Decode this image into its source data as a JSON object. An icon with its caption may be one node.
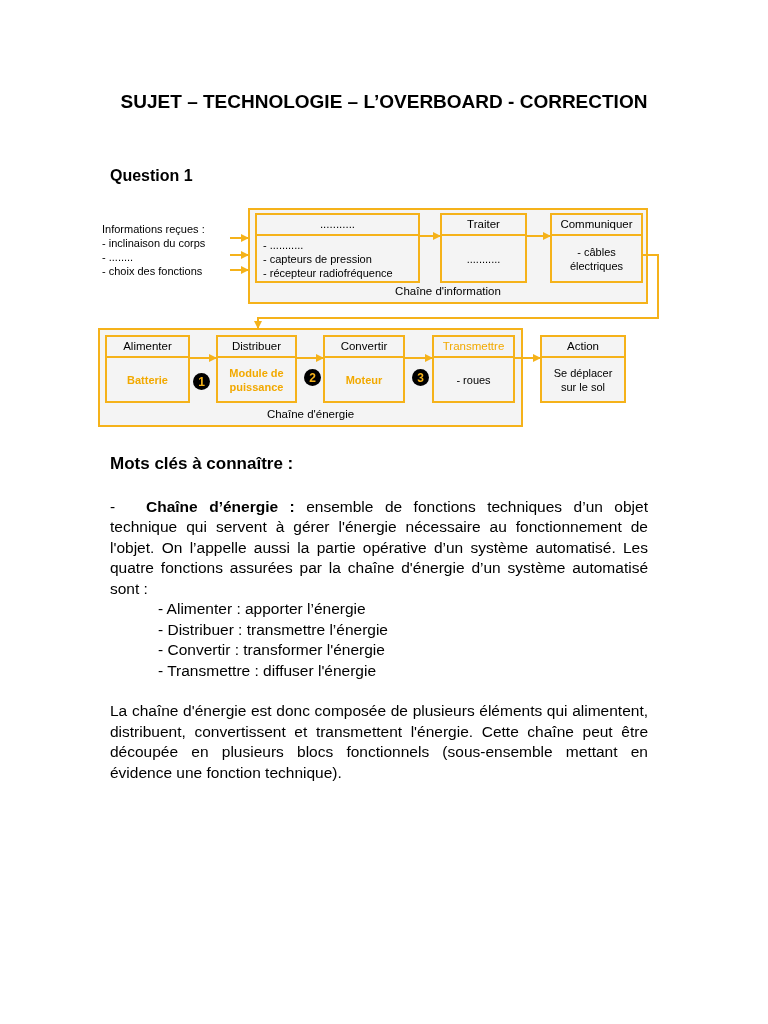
{
  "diagram": {
    "title": "SUJET – TECHNOLOGIE – L’OVERBOARD - CORRECTION",
    "nodes": [
      {
        "text": [
          "Informations reçues :",
          "- inclinaison du corps",
          "- ........",
          "- choix des fonctions"
        ]
      },
      {
        "text": [
          "Chaîne d'information"
        ]
      },
      {
        "text": [
          "...........",
          "- ...........",
          "- capteurs de pression",
          "- récepteur radiofréquence"
        ],
        "in": 1
      },
      {
        "text": [
          "Traiter",
          "..........."
        ],
        "in": 1
      },
      {
        "text": [
          "Communiquer",
          "- câbles électriques"
        ],
        "in": 1
      },
      {
        "text": [
          "Chaîne d'énergie"
        ]
      },
      {
        "text": [
          "Alimenter",
          "Batterie"
        ],
        "in": 5
      },
      {
        "text": [
          "Distribuer",
          "Module de puissance"
        ],
        "in": 5
      },
      {
        "text": [
          "Convertir",
          "Moteur"
        ],
        "in": 5
      },
      {
        "text": [
          "Transmettre",
          "- roues"
        ],
        "in": 5
      },
      {
        "text": [
          "Action",
          "Se déplacer sur le sol"
        ]
      }
    ],
    "edges": [
      {
        "from": 0,
        "to": 1,
        "arrow": "to"
      },
      {
        "from": 0,
        "to": 1,
        "arrow": "to"
      },
      {
        "from": 0,
        "to": 1,
        "arrow": "to"
      },
      {
        "from": 2,
        "to": 3,
        "arrow": "to"
      },
      {
        "from": 3,
        "to": 4,
        "arrow": "to"
      },
      {
        "from": 4,
        "to": 5,
        "arrow": "to"
      },
      {
        "from": 6,
        "to": 7,
        "arrow": "to"
      },
      {
        "from": 7,
        "to": 8,
        "arrow": "to"
      },
      {
        "from": 8,
        "to": 9,
        "arrow": "to"
      },
      {
        "from": 9,
        "to": 10,
        "arrow": "to"
      }
    ],
    "labels": [
      "Question 1",
      "1",
      "2",
      "3",
      "Mots clés à connaître :",
      "-",
      "**Chaîne d’énergie :** ensemble de fonctions techniques d’un objet technique qui servent à gérer l'énergie nécessaire au fonctionnement de l'objet. On l’appelle aussi la partie opérative d’un système automatisé. Les quatre fonctions assurées par la chaîne d'énergie d’un système automatisé sont :",
      "- Alimenter : apporter l’énergie",
      "- Distribuer : transmettre l’énergie",
      "- Convertir : transformer l'énergie",
      "- Transmettre : diffuser l'énergie",
      "La chaîne d'énergie est donc composée de plusieurs éléments qui alimentent, distribuent, convertissent et transmettent l'énergie. Cette chaîne peut être découpée en plusieurs blocs fonctionnels (sous-ensemble mettant en évidence une fonction technique)."
    ]
  }
}
